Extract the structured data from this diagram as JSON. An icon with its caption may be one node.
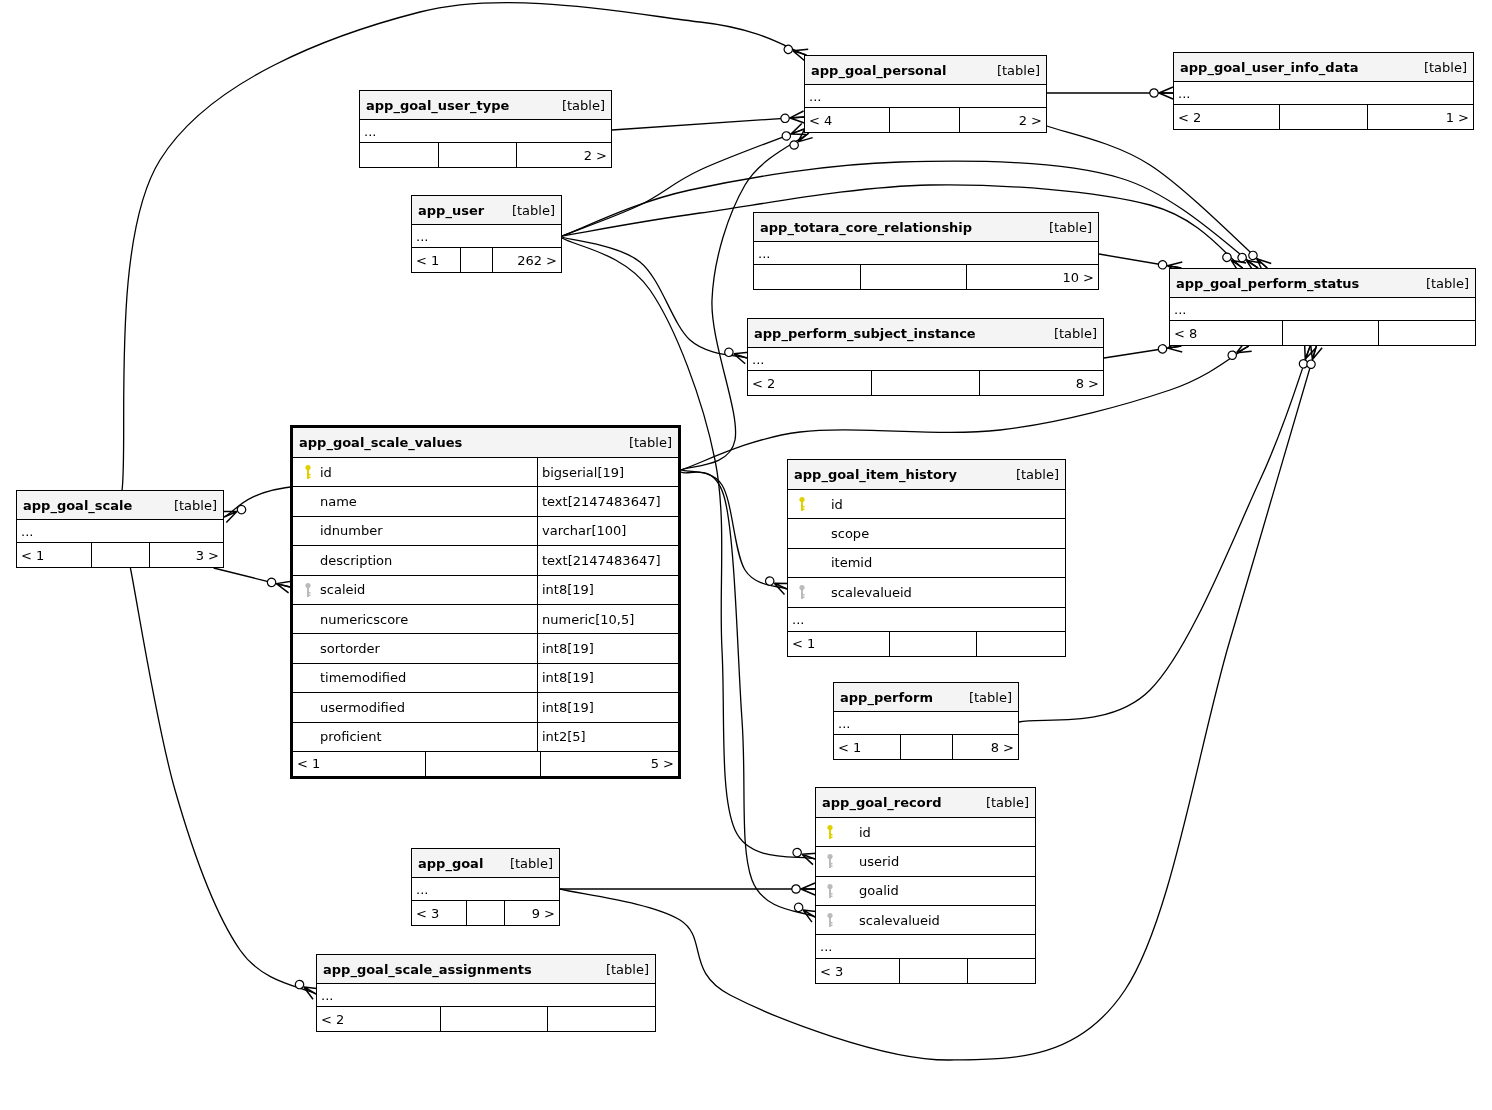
{
  "diagram": {
    "nodes": [
      {
        "text": [
          "app_goal_personal",
          "[table]",
          "...",
          "< 4",
          "2 >"
        ]
      },
      {
        "text": [
          "app_goal_user_info_data",
          "[table]",
          "...",
          "< 2",
          "1 >"
        ]
      },
      {
        "text": [
          "app_goal_user_type",
          "[table]",
          "...",
          "2 >"
        ]
      },
      {
        "text": [
          "app_user",
          "[table]",
          "...",
          "< 1",
          "262 >"
        ]
      },
      {
        "text": [
          "app_totara_core_relationship",
          "[table]",
          "...",
          "10 >"
        ]
      },
      {
        "text": [
          "app_goal_perform_status",
          "[table]",
          "...",
          "< 8"
        ]
      },
      {
        "text": [
          "app_perform_subject_instance",
          "[table]",
          "...",
          "< 2",
          "8 >"
        ]
      },
      {
        "text": [
          "app_goal_scale_values",
          "[table]",
          "id",
          "bigserial[19]",
          "name",
          "text[2147483647]",
          "idnumber",
          "varchar[100]",
          "description",
          "text[2147483647]",
          "scaleid",
          "int8[19]",
          "numericscore",
          "numeric[10,5]",
          "sortorder",
          "int8[19]",
          "timemodified",
          "int8[19]",
          "usermodified",
          "int8[19]",
          "proficient",
          "int2[5]",
          "< 1",
          "5 >"
        ]
      },
      {
        "text": [
          "app_goal_scale",
          "[table]",
          "...",
          "< 1",
          "3 >"
        ]
      },
      {
        "text": [
          "app_goal_item_history",
          "[table]",
          "id",
          "scope",
          "itemid",
          "scalevalueid",
          "...",
          "< 1"
        ]
      },
      {
        "text": [
          "app_perform",
          "[table]",
          "...",
          "< 1",
          "8 >"
        ]
      },
      {
        "text": [
          "app_goal_record",
          "[table]",
          "id",
          "userid",
          "goalid",
          "scalevalueid",
          "...",
          "< 3"
        ]
      },
      {
        "text": [
          "app_goal",
          "[table]",
          "...",
          "< 3",
          "9 >"
        ]
      },
      {
        "text": [
          "app_goal_scale_assignments",
          "[table]",
          "...",
          "< 2"
        ]
      }
    ],
    "edges": [
      {
        "from": 8,
        "to": 0,
        "arrow": "other"
      },
      {
        "from": 2,
        "to": 0,
        "arrow": "other"
      },
      {
        "from": 3,
        "to": 0,
        "arrow": "other"
      },
      {
        "from": 7,
        "to": 0,
        "arrow": "other"
      },
      {
        "from": 0,
        "to": 1,
        "arrow": "other"
      },
      {
        "from": 0,
        "to": 5,
        "arrow": "other"
      },
      {
        "from": 3,
        "to": 5,
        "arrow": "other"
      },
      {
        "from": 3,
        "to": 5,
        "arrow": "other"
      },
      {
        "from": 4,
        "to": 5,
        "arrow": "other"
      },
      {
        "from": 6,
        "to": 5,
        "arrow": "other"
      },
      {
        "from": 7,
        "to": 5,
        "arrow": "other"
      },
      {
        "from": 10,
        "to": 5,
        "arrow": "other"
      },
      {
        "from": 12,
        "to": 5,
        "arrow": "other"
      },
      {
        "from": 3,
        "to": 6,
        "arrow": "other"
      },
      {
        "from": 7,
        "to": 8,
        "arrow": "other"
      },
      {
        "from": 8,
        "to": 7,
        "arrow": "other"
      },
      {
        "from": 8,
        "to": 13,
        "arrow": "other"
      },
      {
        "from": 7,
        "to": 9,
        "arrow": "other"
      },
      {
        "from": 3,
        "to": 11,
        "arrow": "other"
      },
      {
        "from": 12,
        "to": 11,
        "arrow": "other"
      },
      {
        "from": 7,
        "to": 11,
        "arrow": "other"
      }
    ]
  }
}
